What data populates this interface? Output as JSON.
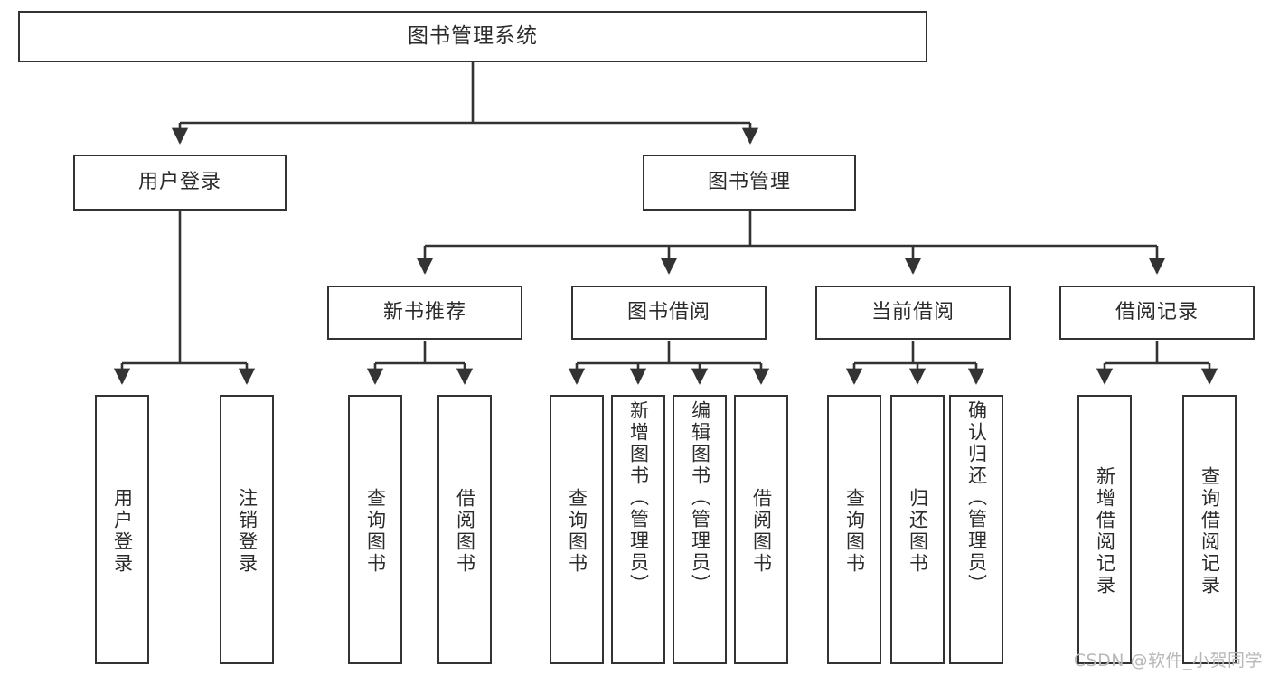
{
  "diagram": {
    "title": "图书管理系统",
    "type": "tree",
    "watermark": "CSDN @软件_小贺同学",
    "colors": {
      "border": "#333333",
      "background": "#ffffff",
      "text": "#2b2b2b",
      "edge": "#333333",
      "watermark": "#b9b9b9"
    },
    "nodes": {
      "root": {
        "label": "图书管理系统"
      },
      "level2": [
        {
          "label": "用户登录"
        },
        {
          "label": "图书管理"
        }
      ],
      "level3": [
        {
          "label": "新书推荐"
        },
        {
          "label": "图书借阅"
        },
        {
          "label": "当前借阅"
        },
        {
          "label": "借阅记录"
        }
      ],
      "leaves": {
        "user_login": [
          {
            "label": "用户登录"
          },
          {
            "label": "注销登录"
          }
        ],
        "new_book": [
          {
            "label": "查询图书"
          },
          {
            "label": "借阅图书"
          }
        ],
        "book_borrow": [
          {
            "label": "查询图书"
          },
          {
            "label": "新增图书（管理员）"
          },
          {
            "label": "编辑图书（管理员）"
          },
          {
            "label": "借阅图书"
          }
        ],
        "current_borrow": [
          {
            "label": "查询图书"
          },
          {
            "label": "归还图书"
          },
          {
            "label": "确认归还（管理员）"
          }
        ],
        "borrow_record": [
          {
            "label": "新增借阅记录"
          },
          {
            "label": "查询借阅记录"
          }
        ]
      }
    }
  }
}
